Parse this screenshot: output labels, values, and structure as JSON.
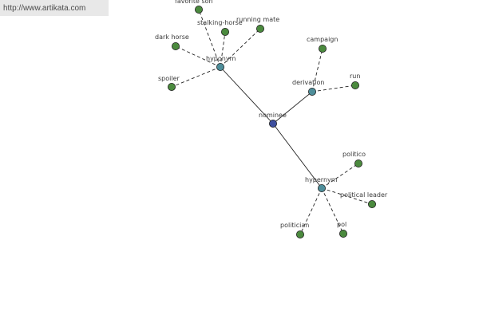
{
  "watermark": {
    "text": "http://www.artikata.com"
  },
  "center": {
    "id": "nominee",
    "label": "nominee",
    "color": "#3d4f9e"
  },
  "relations": [
    {
      "id": "hyponym",
      "label": "hyponym",
      "color": "#4e8e9a"
    },
    {
      "id": "derivation",
      "label": "derivation",
      "color": "#4e8e9a"
    },
    {
      "id": "hypernym",
      "label": "hypernym",
      "color": "#4e8e9a"
    }
  ],
  "words": [
    {
      "id": "favorite-son",
      "label": "favorite son",
      "relation": "hyponym",
      "color": "#4b8a3e"
    },
    {
      "id": "stalking-horse",
      "label": "stalking-horse",
      "relation": "hyponym",
      "color": "#4b8a3e"
    },
    {
      "id": "running-mate",
      "label": "running mate",
      "relation": "hyponym",
      "color": "#4b8a3e"
    },
    {
      "id": "dark-horse",
      "label": "dark horse",
      "relation": "hyponym",
      "color": "#4b8a3e"
    },
    {
      "id": "spoiler",
      "label": "spoiler",
      "relation": "hyponym",
      "color": "#4b8a3e"
    },
    {
      "id": "campaign",
      "label": "campaign",
      "relation": "derivation",
      "color": "#4b8a3e"
    },
    {
      "id": "run",
      "label": "run",
      "relation": "derivation",
      "color": "#4b8a3e"
    },
    {
      "id": "politico",
      "label": "politico",
      "relation": "hypernym",
      "color": "#4b8a3e"
    },
    {
      "id": "political-leader",
      "label": "political leader",
      "relation": "hypernym",
      "color": "#4b8a3e"
    },
    {
      "id": "politician",
      "label": "politician",
      "relation": "hypernym",
      "color": "#4b8a3e"
    },
    {
      "id": "pol",
      "label": "pol",
      "relation": "hypernym",
      "color": "#4b8a3e"
    }
  ]
}
